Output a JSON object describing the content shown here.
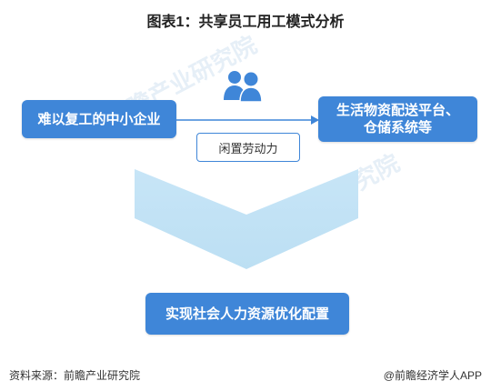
{
  "title": "图表1：共享员工用工模式分析",
  "nodes": {
    "left": "难以复工的中小企业",
    "right_line1": "生活物资配送平台、",
    "right_line2": "仓储系统等",
    "middle_label": "闲置劳动力",
    "bottom": "实现社会人力资源优化配置"
  },
  "icons": {
    "people": "people-icon",
    "arrow": "arrow-right-icon"
  },
  "watermark": "前瞻产业研究院",
  "footer": {
    "source": "资料来源：前瞻产业研究院",
    "brand": "@前瞻经济学人APP"
  },
  "colors": {
    "node_blue": "#3f86d8",
    "arrow_light": "#bfe0f5"
  }
}
